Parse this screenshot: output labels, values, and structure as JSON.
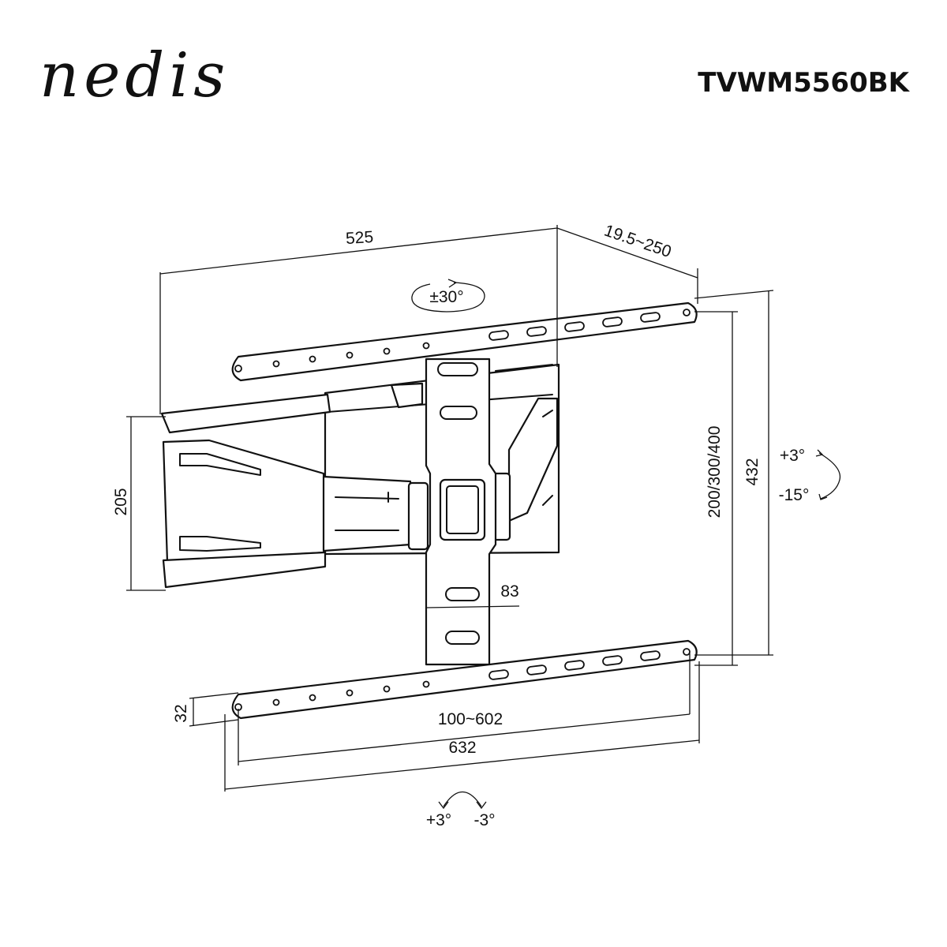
{
  "brand": {
    "logo_text": "nedis"
  },
  "product": {
    "model": "TVWM5560BK"
  },
  "dimensions": {
    "total_width": "525",
    "depth_range": "19.5~250",
    "swivel": "±30°",
    "arm_plate_height": "205",
    "vesa_vertical": "200/300/400",
    "bracket_height": "432",
    "tilt_up": "+3°",
    "tilt_down": "-15°",
    "upright_width": "83",
    "rail_height": "32",
    "vesa_horizontal": "100~602",
    "rail_length": "632",
    "rotation_plus": "+3°",
    "rotation_minus": "-3°"
  },
  "colors": {
    "line": "#111111",
    "background": "#ffffff"
  }
}
